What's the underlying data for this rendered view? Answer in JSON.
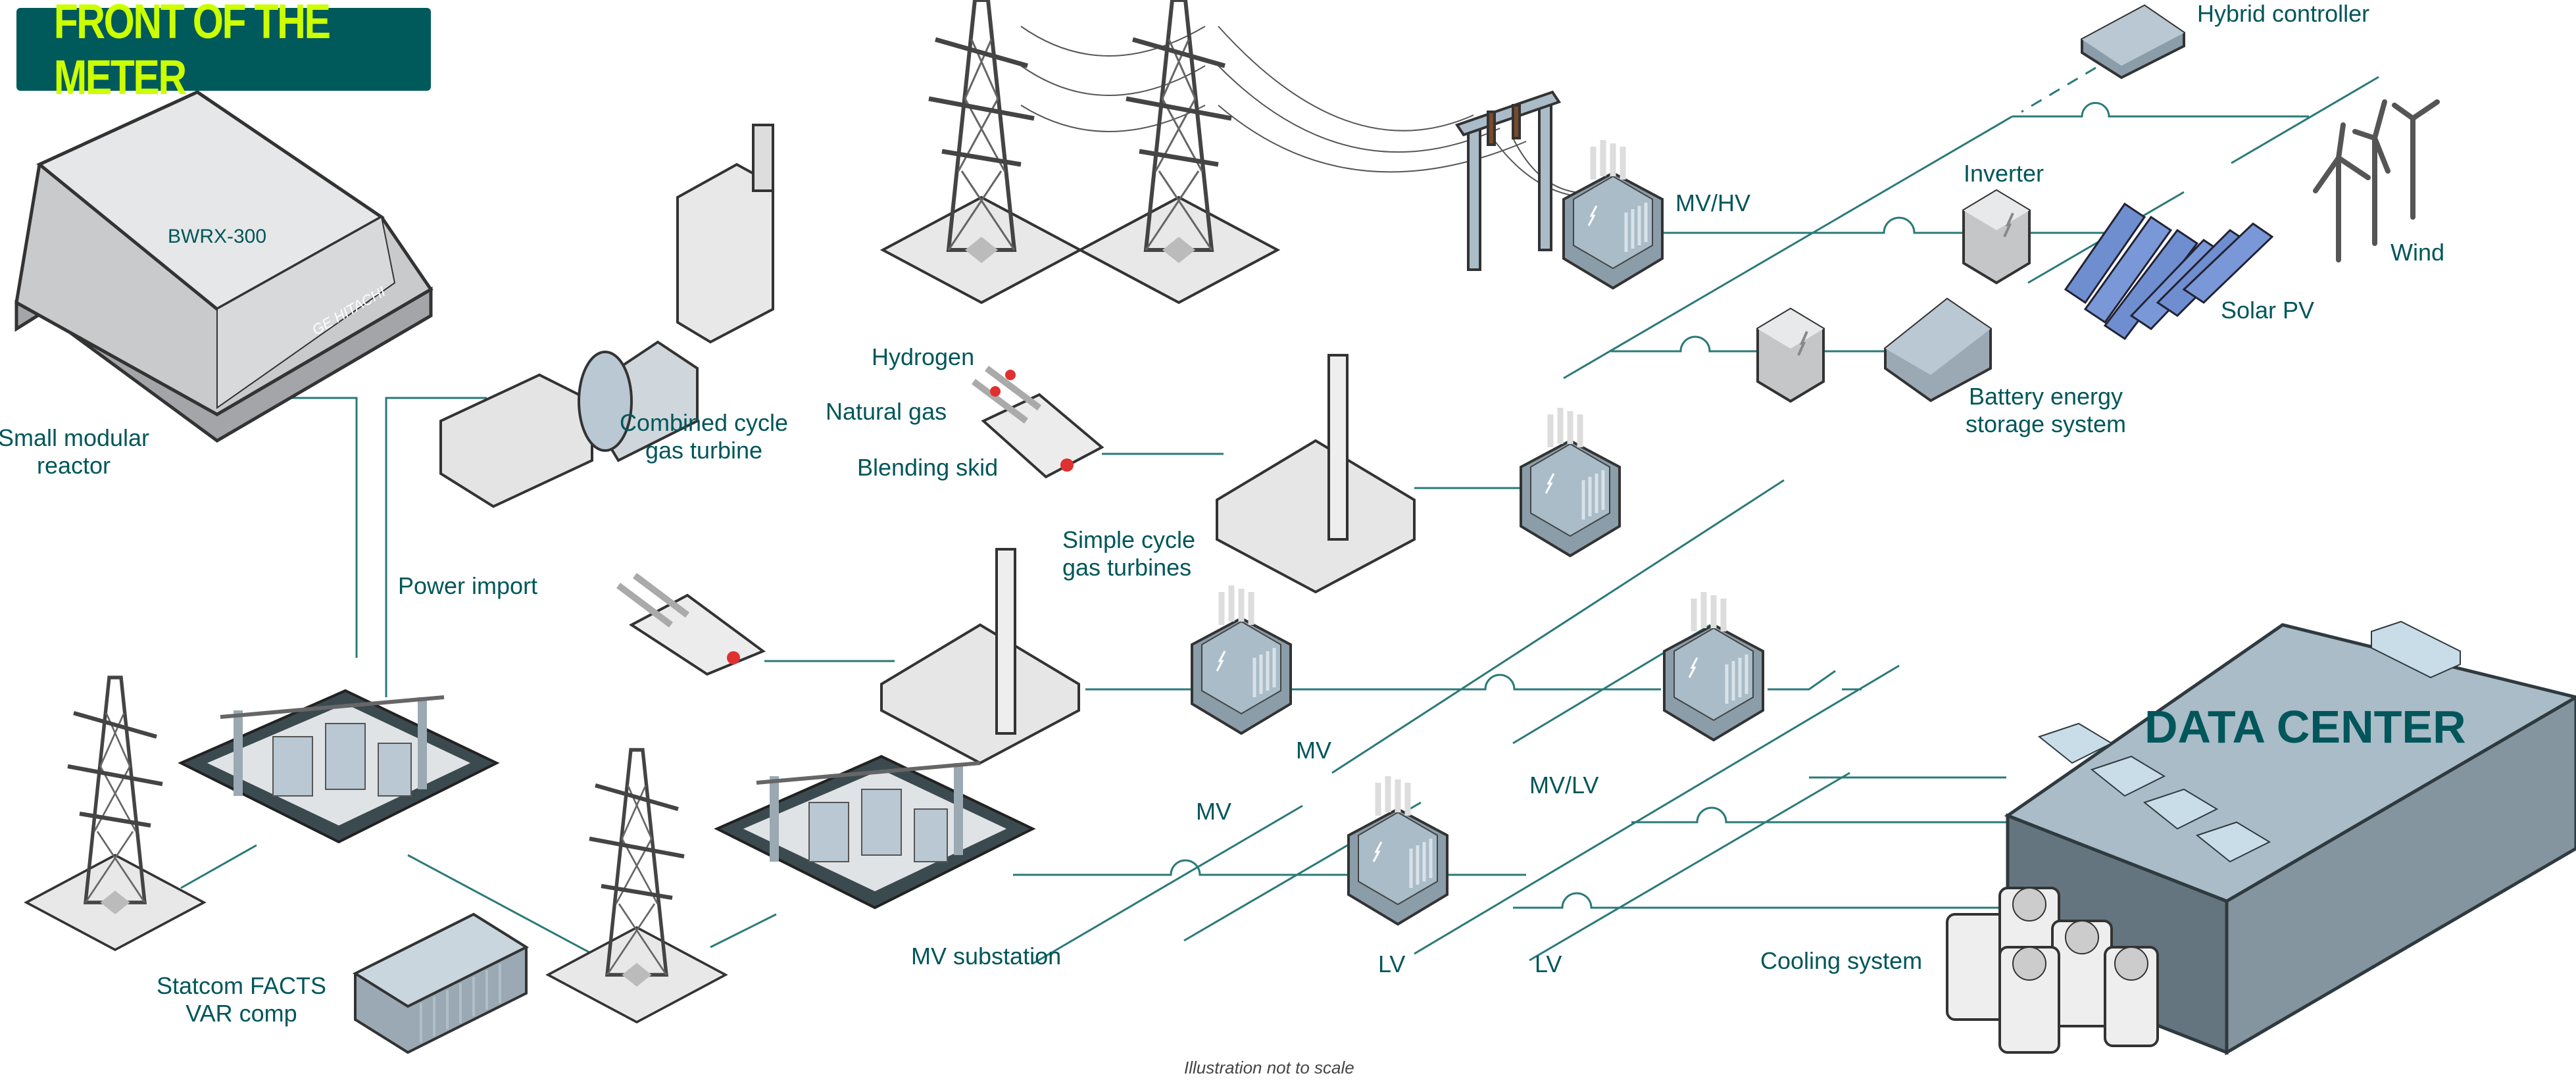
{
  "title": "FRONT OF THE METER",
  "labels": {
    "smr_model": "BWRX-300",
    "smr_brand": "GE HITACHI",
    "smr": [
      "Small modular",
      "reactor"
    ],
    "ccgt": [
      "Combined cycle",
      "gas turbine"
    ],
    "hydrogen": "Hydrogen",
    "natural_gas": "Natural gas",
    "blending_skid": "Blending skid",
    "power_import": "Power import",
    "scgt": [
      "Simple cycle",
      "gas turbines"
    ],
    "mv_hv": "MV/HV",
    "hybrid_controller": "Hybrid controller",
    "inverter": "Inverter",
    "wind": "Wind",
    "solar_pv": "Solar PV",
    "bess": [
      "Battery energy",
      "storage system"
    ],
    "mv_1": "MV",
    "mv_lv": "MV/LV",
    "mv_2": "MV",
    "lv_1": "LV",
    "lv_2": "LV",
    "mv_substation": "MV substation",
    "statcom": [
      "Statcom FACTS",
      "VAR comp"
    ],
    "cooling": "Cooling system",
    "data_center": "DATA CENTER"
  },
  "footnote": "Illustration not to scale",
  "colors": {
    "brand_teal": "#005a5c",
    "title_text": "#ccff00",
    "line": "#2a7a78",
    "equipment_blue": "#a9bcc8",
    "equipment_white": "#e6e7e8"
  }
}
